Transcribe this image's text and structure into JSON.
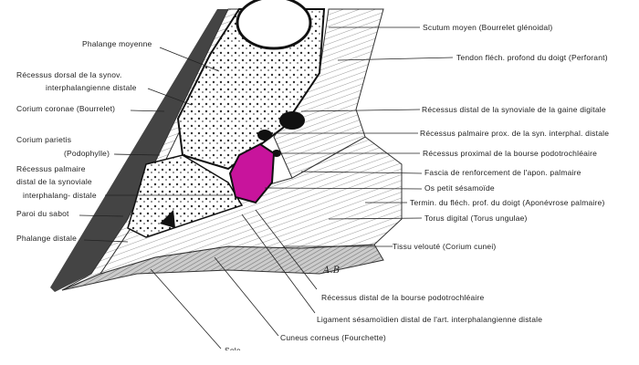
{
  "colors": {
    "highlight": "#c8149c",
    "ink": "#222222"
  },
  "left_labels": [
    {
      "id": "phalange-moyenne",
      "lines": [
        "Phalange moyenne"
      ]
    },
    {
      "id": "recessus-dorsal",
      "lines": [
        "Récessus dorsal de la synov.",
        "interphalangienne distale"
      ]
    },
    {
      "id": "corium-coronae",
      "lines": [
        "Corium coronae (Bourrelet)"
      ]
    },
    {
      "id": "corium-parietis",
      "lines": [
        "Corium parietis",
        "(Podophylle)"
      ]
    },
    {
      "id": "recessus-palmaire-distal",
      "lines": [
        "Récessus palmaire",
        "distal de la synoviale",
        "interphalang- distale"
      ]
    },
    {
      "id": "paroi-du-sabot",
      "lines": [
        "Paroi du sabot"
      ]
    },
    {
      "id": "phalange-distale",
      "lines": [
        "Phalange distale"
      ]
    }
  ],
  "right_labels": [
    "Scutum moyen (Bourrelet glénoidal)",
    "Tendon fléch. profond du doigt (Perforant)",
    "Récessus distal de la synoviale de la gaine digitale",
    "Récessus palmaire prox. de la syn. interphal. distale",
    "Récessus proximal de la bourse podotrochléaire",
    "Fascia de renforcement de l'apon. palmaire",
    "Os petit sésamoïde",
    "Termin. du fléch. prof. du doigt (Aponévrose palmaire)",
    "Torus digital (Torus ungulae)",
    "Tissu velouté (Corium cunei)"
  ],
  "bottom_labels": [
    "Récessus distal de la bourse podotrochléaire",
    "Ligament sésamoïdien distal de l'art. interphalangienne distale",
    "Cuneus corneus (Fourchette)",
    "Sole"
  ],
  "signature": "A.B"
}
